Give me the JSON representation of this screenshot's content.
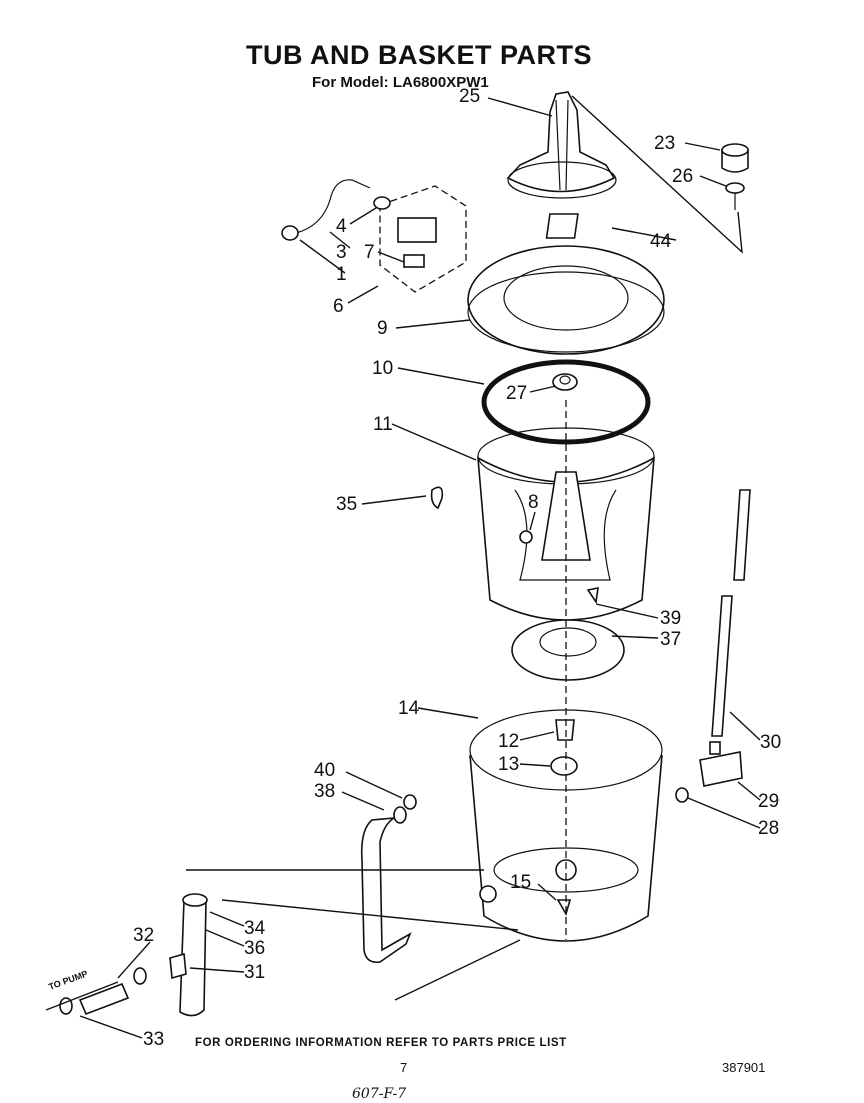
{
  "header": {
    "title": "TUB AND BASKET PARTS",
    "subtitle": "For Model: LA6800XPW1"
  },
  "footer": {
    "ordering_info": "FOR ORDERING INFORMATION REFER TO PARTS PRICE LIST",
    "page_number": "7",
    "reference_code": "387901",
    "handwritten_note": "607-F-7"
  },
  "callouts": [
    "25",
    "23",
    "26",
    "44",
    "4",
    "3",
    "1",
    "7",
    "6",
    "9",
    "10",
    "27",
    "11",
    "8",
    "35",
    "39",
    "37",
    "14",
    "12",
    "13",
    "40",
    "38",
    "30",
    "29",
    "28",
    "15",
    "34",
    "36",
    "31",
    "32",
    "33"
  ],
  "annotations": {
    "to_pump": "TO PUMP"
  }
}
